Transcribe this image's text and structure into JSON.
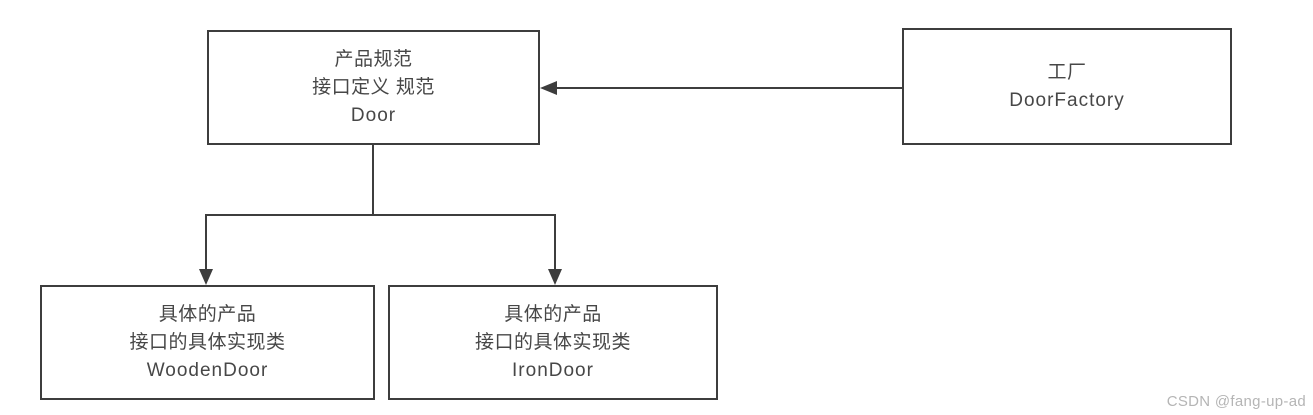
{
  "diagram": {
    "title_hint": "Factory pattern structure diagram",
    "nodes": {
      "door": {
        "lines": [
          "产品规范",
          "接口定义 规范",
          "Door"
        ]
      },
      "factory": {
        "lines": [
          "工厂",
          "DoorFactory"
        ]
      },
      "wooden_door": {
        "lines": [
          "具体的产品",
          "接口的具体实现类",
          "WoodenDoor"
        ]
      },
      "iron_door": {
        "lines": [
          "具体的产品",
          "接口的具体实现类",
          "IronDoor"
        ]
      }
    },
    "edges": [
      {
        "from": "DoorFactory",
        "to": "Door",
        "arrow": "points-left-into-Door"
      },
      {
        "from": "Door",
        "to": "WoodenDoor",
        "arrow": "points-down-into-WoodenDoor"
      },
      {
        "from": "Door",
        "to": "IronDoor",
        "arrow": "points-down-into-IronDoor"
      }
    ],
    "colors": {
      "line": "#3d3d3d",
      "text": "#474747",
      "background": "#ffffff",
      "watermark": "#b5b5b5"
    }
  },
  "watermark": {
    "text": "CSDN @fang-up-ad"
  }
}
